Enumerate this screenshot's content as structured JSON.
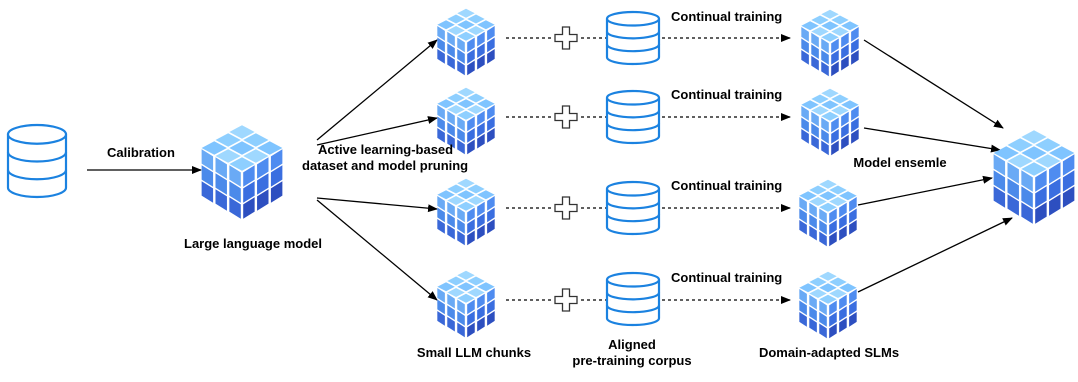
{
  "labels": {
    "calibration": "Calibration",
    "large_language_model": "Large language model",
    "pruning_line1": "Active learning-based",
    "pruning_line2": "dataset and model pruning",
    "small_llm_chunks": "Small LLM chunks",
    "aligned_line1": "Aligned",
    "aligned_line2": "pre-training corpus",
    "domain_adapted_slms": "Domain-adapted SLMs",
    "model_ensemble": "Model ensemle"
  },
  "rows": [
    {
      "label": "Continual training"
    },
    {
      "label": "Continual training"
    },
    {
      "label": "Continual training"
    },
    {
      "label": "Continual training"
    }
  ],
  "colors": {
    "db_stroke": "#1b82e0",
    "cube_light": "#7fc4ff",
    "cube_mid": "#3b86f0",
    "cube_dark": "#2d3fb8",
    "arrow": "#000000"
  },
  "icons": [
    "database-icon",
    "cube-model-icon",
    "plus-icon"
  ]
}
